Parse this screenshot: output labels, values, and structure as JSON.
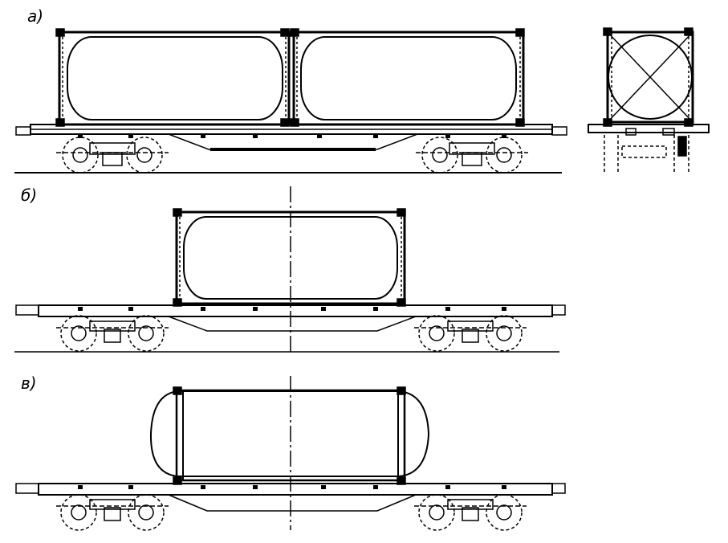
{
  "panels": [
    {
      "id": "a",
      "label": "а)"
    },
    {
      "id": "b",
      "label": "б)"
    },
    {
      "id": "v",
      "label": "в)"
    }
  ],
  "colors": {
    "ink": "#000000",
    "background": "#ffffff"
  }
}
